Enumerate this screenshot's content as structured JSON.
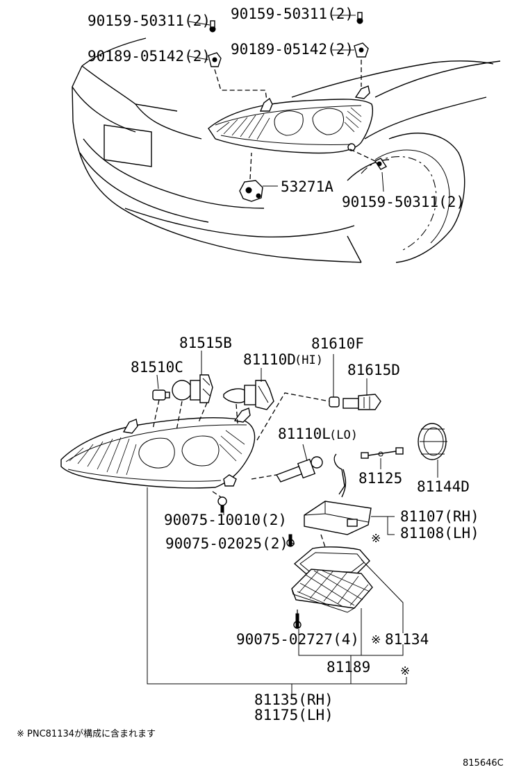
{
  "callouts_top": {
    "bolt_left": "90159-50311(2)",
    "nut_left": "90189-05142(2)",
    "bolt_right": "90159-50311(2)",
    "nut_right": "90189-05142(2)",
    "bracket": "53271A",
    "bolt_lower": "90159-50311(2)"
  },
  "callouts_bottom": {
    "bulb_81515b": "81515B",
    "bulb_81510c": "81510C",
    "bulb_hi_code": "81110D",
    "bulb_hi_suffix": "(HI)",
    "bulb_81610f": "81610F",
    "socket_81615d": "81615D",
    "bulb_lo_code": "81110L",
    "bulb_lo_suffix": "(LO)",
    "wire_81125": "81125",
    "cap_81144d": "81144D",
    "screw_10010": "90075-10010(2)",
    "screw_02025": "90075-02025(2)",
    "computer_rh": "81107(RH)",
    "computer_lh": "81108(LH)",
    "screw_02727": "90075-02727(4)",
    "bracket_81134": "81134",
    "bracket_81189": "81189",
    "assy_rh": "81135(RH)",
    "assy_lh": "81175(LH)"
  },
  "marks": {
    "ref_mark": "※"
  },
  "footnote": "※ PNC81134が構成に含まれます",
  "diagram_id": "815646C"
}
